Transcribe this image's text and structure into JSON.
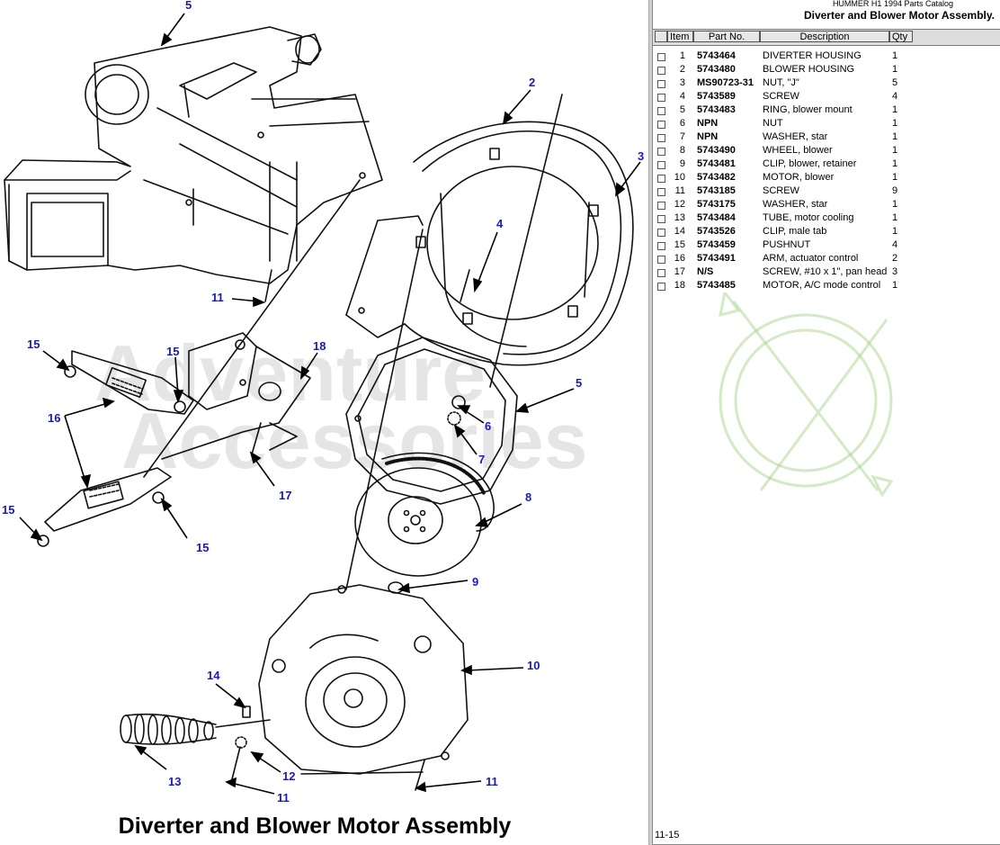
{
  "diagram": {
    "title": "Diverter and Blower Motor Assembly",
    "callouts": [
      {
        "id": "c5a",
        "text": "5"
      },
      {
        "id": "c2",
        "text": "2"
      },
      {
        "id": "c3",
        "text": "3"
      },
      {
        "id": "c4",
        "text": "4"
      },
      {
        "id": "c11a",
        "text": "11"
      },
      {
        "id": "c15a",
        "text": "15"
      },
      {
        "id": "c15b",
        "text": "15"
      },
      {
        "id": "c18",
        "text": "18"
      },
      {
        "id": "c5b",
        "text": "5"
      },
      {
        "id": "c16",
        "text": "16"
      },
      {
        "id": "c6",
        "text": "6"
      },
      {
        "id": "c7",
        "text": "7"
      },
      {
        "id": "c17",
        "text": "17"
      },
      {
        "id": "c15c",
        "text": "15"
      },
      {
        "id": "c15d",
        "text": "15"
      },
      {
        "id": "c8",
        "text": "8"
      },
      {
        "id": "c9",
        "text": "9"
      },
      {
        "id": "c10",
        "text": "10"
      },
      {
        "id": "c14",
        "text": "14"
      },
      {
        "id": "c13",
        "text": "13"
      },
      {
        "id": "c12",
        "text": "12"
      },
      {
        "id": "c11b",
        "text": "11"
      },
      {
        "id": "c11c",
        "text": "11"
      }
    ]
  },
  "catalog": {
    "name": "HUMMER H1 1994 Parts Catalog",
    "assembly": "Diverter and Blower Motor Assembly.",
    "page": "11-15",
    "columns": {
      "item": "Item",
      "part": "Part No.",
      "desc": "Description",
      "qty": "Qty"
    },
    "rows": [
      {
        "item": "1",
        "part": "5743464",
        "desc": "DIVERTER HOUSING",
        "qty": "1"
      },
      {
        "item": "2",
        "part": "5743480",
        "desc": "BLOWER HOUSING",
        "qty": "1"
      },
      {
        "item": "3",
        "part": "MS90723-31",
        "desc": "NUT, \"J\"",
        "qty": "5"
      },
      {
        "item": "4",
        "part": "5743589",
        "desc": "SCREW",
        "qty": "4"
      },
      {
        "item": "5",
        "part": "5743483",
        "desc": "RING, blower mount",
        "qty": "1"
      },
      {
        "item": "6",
        "part": "NPN",
        "desc": "NUT",
        "qty": "1"
      },
      {
        "item": "7",
        "part": "NPN",
        "desc": "WASHER, star",
        "qty": "1"
      },
      {
        "item": "8",
        "part": "5743490",
        "desc": "WHEEL, blower",
        "qty": "1"
      },
      {
        "item": "9",
        "part": "5743481",
        "desc": "CLIP, blower, retainer",
        "qty": "1"
      },
      {
        "item": "10",
        "part": "5743482",
        "desc": "MOTOR, blower",
        "qty": "1"
      },
      {
        "item": "11",
        "part": "5743185",
        "desc": "SCREW",
        "qty": "9"
      },
      {
        "item": "12",
        "part": "5743175",
        "desc": "WASHER, star",
        "qty": "1"
      },
      {
        "item": "13",
        "part": "5743484",
        "desc": "TUBE, motor cooling",
        "qty": "1"
      },
      {
        "item": "14",
        "part": "5743526",
        "desc": "CLIP, male tab",
        "qty": "1"
      },
      {
        "item": "15",
        "part": "5743459",
        "desc": "PUSHNUT",
        "qty": "4"
      },
      {
        "item": "16",
        "part": "5743491",
        "desc": "ARM, actuator control",
        "qty": "2"
      },
      {
        "item": "17",
        "part": "N/S",
        "desc": "SCREW, #10 x 1\", pan head",
        "qty": "3"
      },
      {
        "item": "18",
        "part": "5743485",
        "desc": "MOTOR, A/C mode control",
        "qty": "1"
      }
    ]
  },
  "watermark": "Adventure Accessories"
}
